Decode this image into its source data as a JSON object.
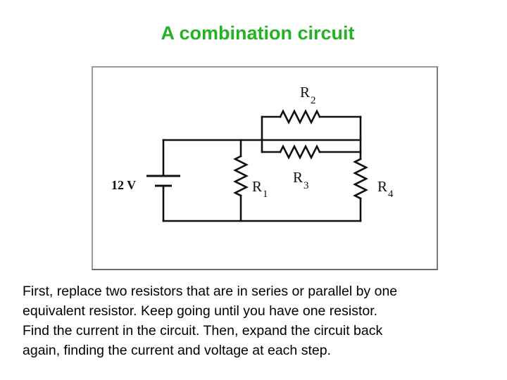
{
  "slide": {
    "title": "A combination circuit",
    "body_lines": [
      "First, replace two resistors that are in series or parallel by one",
      "equivalent resistor. Keep going until you have one resistor.",
      "Find the current in the circuit. Then, expand the circuit back",
      "again, finding the current and voltage at each step."
    ]
  },
  "circuit": {
    "battery": {
      "label": "12 V"
    },
    "resistors": [
      {
        "letter": "R",
        "sub": "1"
      },
      {
        "letter": "R",
        "sub": "2"
      },
      {
        "letter": "R",
        "sub": "3"
      },
      {
        "letter": "R",
        "sub": "4"
      }
    ]
  }
}
